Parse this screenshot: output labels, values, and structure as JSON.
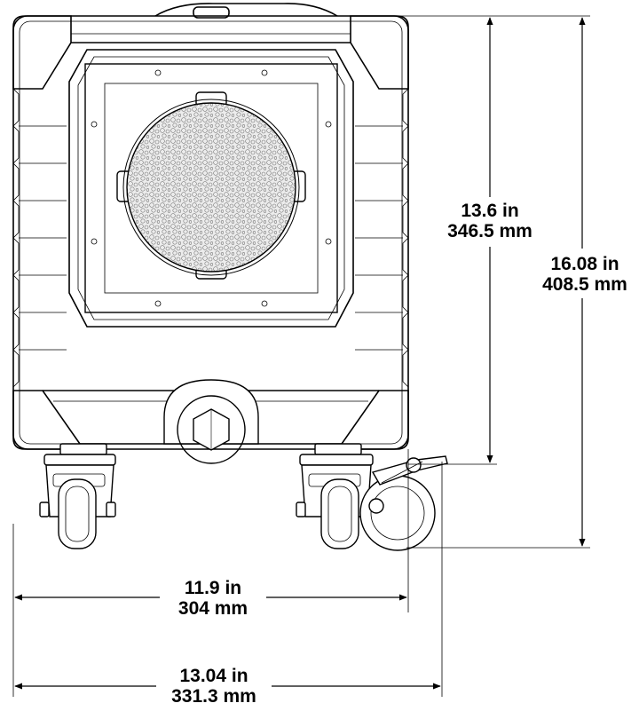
{
  "dimensions": {
    "height_upper": {
      "in": "13.6 in",
      "mm": "346.5 mm"
    },
    "height_total": {
      "in": "16.08 in",
      "mm": "408.5 mm"
    },
    "width_body": {
      "in": "11.9 in",
      "mm": "304 mm"
    },
    "width_total": {
      "in": "13.04 in",
      "mm": "331.3 mm"
    }
  },
  "colors": {
    "line": "#000000",
    "background": "#ffffff",
    "filter": "#e8e8e8"
  }
}
